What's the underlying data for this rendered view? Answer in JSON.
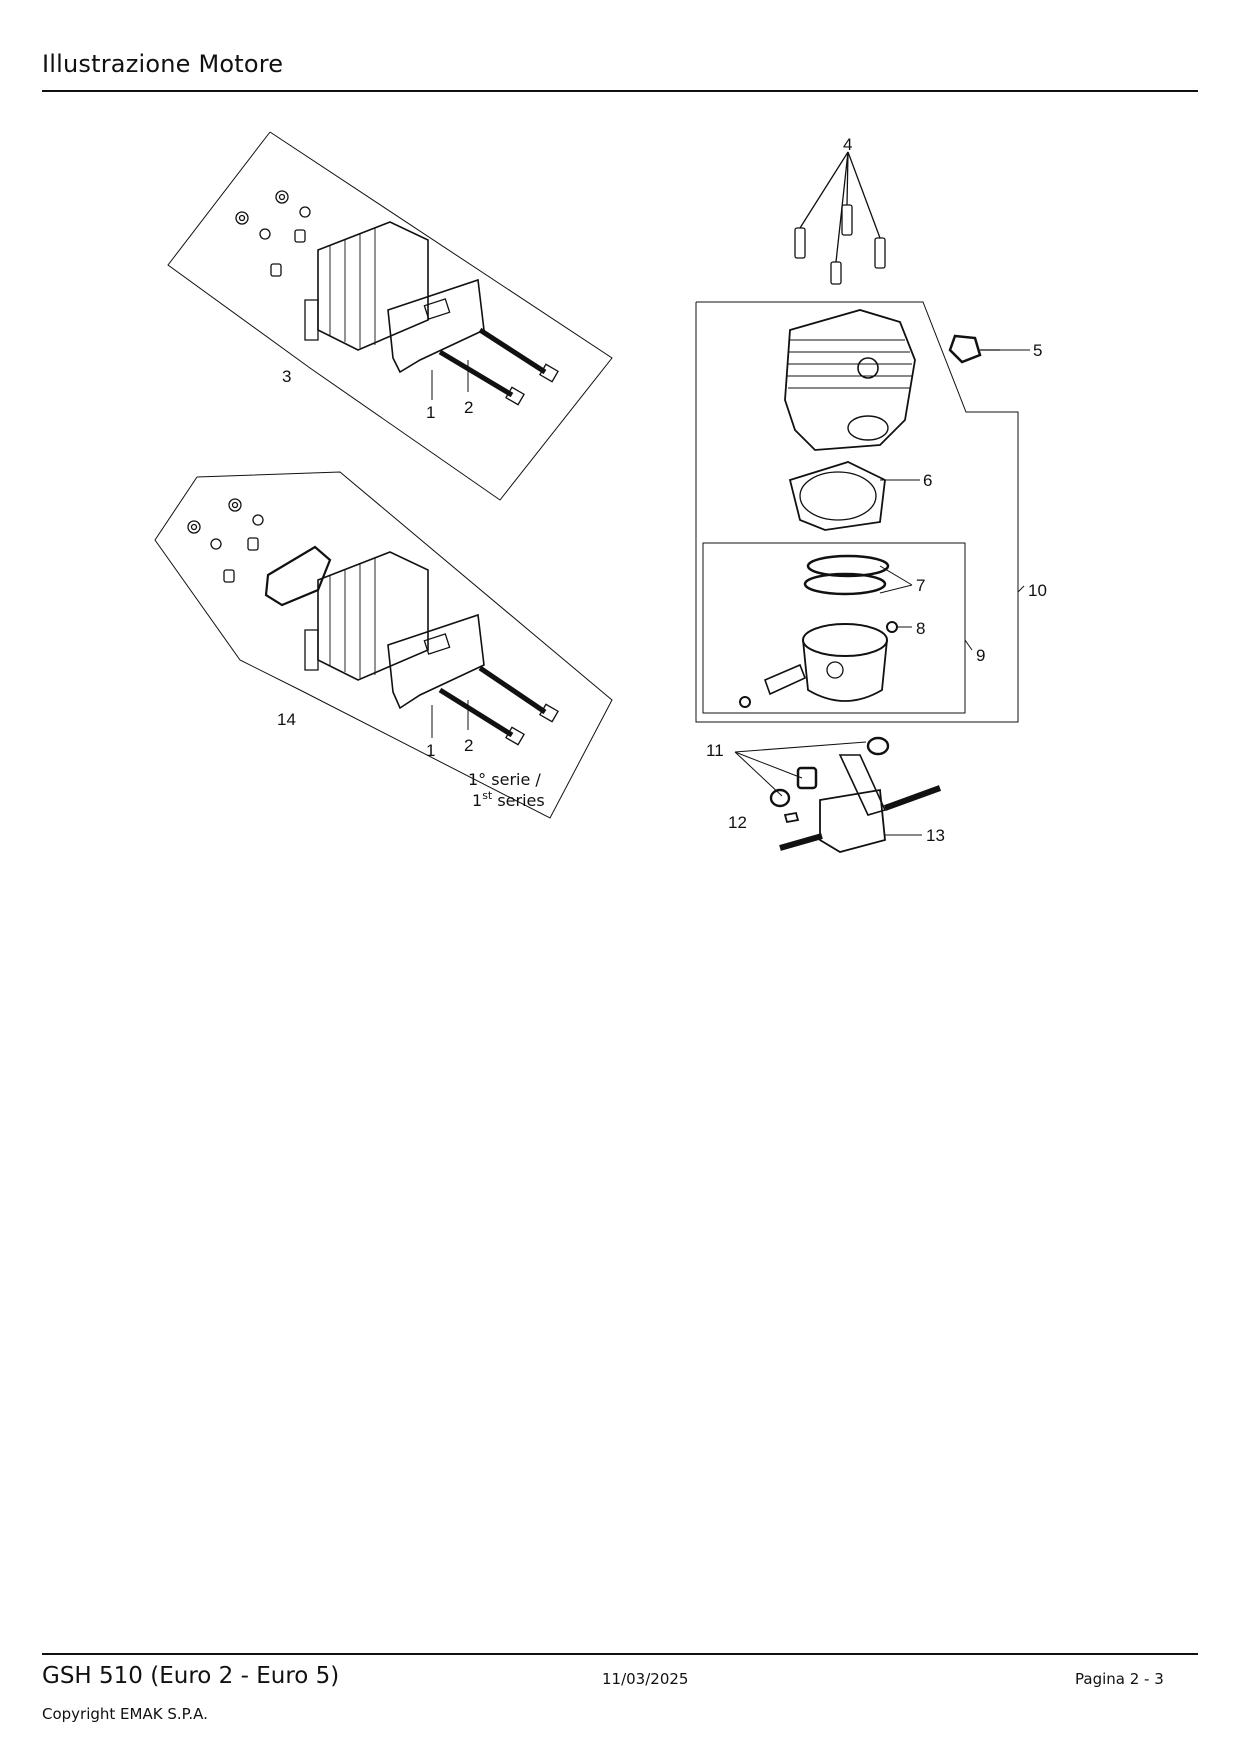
{
  "header": {
    "title": "Illustrazione  Motore"
  },
  "diagram": {
    "callouts": {
      "c1a": "1",
      "c2a": "2",
      "c3": "3",
      "c4": "4",
      "c5": "5",
      "c6": "6",
      "c7": "7",
      "c8": "8",
      "c9": "9",
      "c10": "10",
      "c11": "11",
      "c12": "12",
      "c13": "13",
      "c14": "14",
      "c1b": "1",
      "c2b": "2"
    },
    "series_note_line1": "1° serie /",
    "series_note_line2_prefix": "1",
    "series_note_line2_sup": "st",
    "series_note_line2_suffix": " series"
  },
  "footer": {
    "model": "GSH 510 (Euro 2 - Euro 5)",
    "date": "11/03/2025",
    "page": "Pagina 2 - 3",
    "copyright": "Copyright EMAK S.P.A."
  }
}
